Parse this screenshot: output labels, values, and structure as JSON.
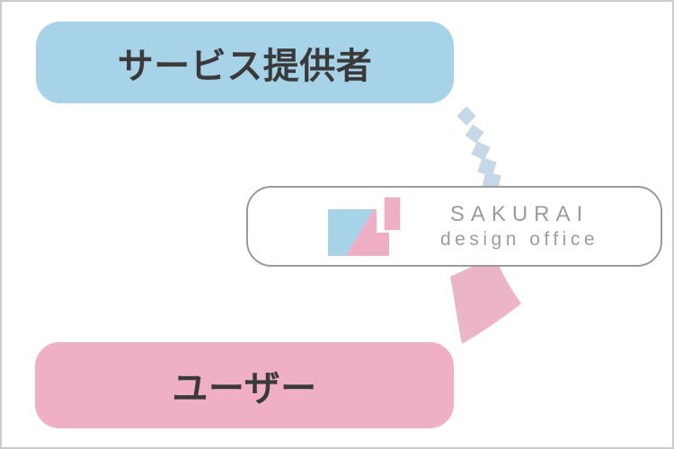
{
  "diagram": {
    "provider_box": {
      "label": "サービス提供者",
      "fill_color": "#a6d3e7",
      "text_color": "#3a3a3a"
    },
    "user_box": {
      "label": "ユーザー",
      "fill_color": "#efb0c3",
      "text_color": "#3a3a3a"
    },
    "logo_card": {
      "brand_name": "SAKURAI",
      "brand_subtitle": "design office",
      "border_color": "#9a9a9a",
      "text_color": "#9b9b9b",
      "mark_blue": "#a6d3e7",
      "mark_pink": "#eeafc6",
      "mark_outline": "#ffffff"
    },
    "arrow": {
      "direction": "provider-to-user",
      "dash_color": "#c4d8e8",
      "head_color": "#ecb4c7"
    },
    "canvas_border_color": "#cbcbcb"
  }
}
